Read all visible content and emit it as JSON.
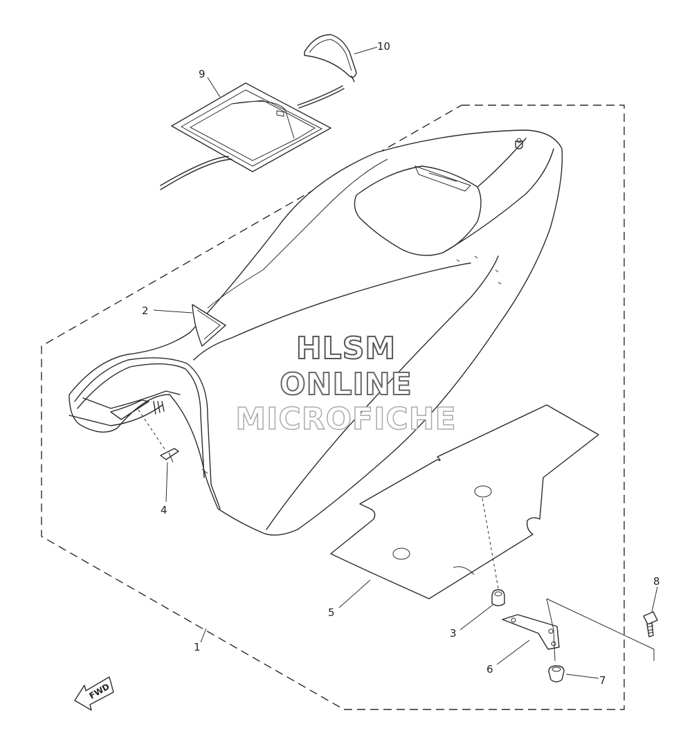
{
  "diagram": {
    "callouts": [
      {
        "id": "1",
        "label": "1"
      },
      {
        "id": "2",
        "label": "2"
      },
      {
        "id": "3",
        "label": "3"
      },
      {
        "id": "4",
        "label": "4"
      },
      {
        "id": "5",
        "label": "5"
      },
      {
        "id": "6",
        "label": "6"
      },
      {
        "id": "7",
        "label": "7"
      },
      {
        "id": "8",
        "label": "8"
      },
      {
        "id": "9",
        "label": "9"
      },
      {
        "id": "10",
        "label": "10"
      }
    ],
    "direction_label": "FWD"
  },
  "watermark": {
    "line1": "HLSM",
    "line2": "ONLINE",
    "line3": "MICROFICHE"
  }
}
